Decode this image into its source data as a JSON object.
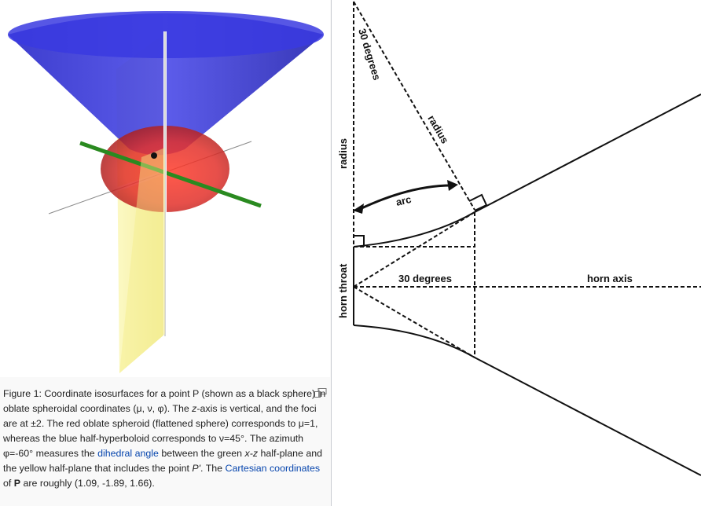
{
  "caption": {
    "p1": "Figure 1: Coordinate isosurfaces for a point P (shown as a black sphere) in oblate spheroidal coordinates (μ, ν, φ). The ",
    "z": "z",
    "p2": "-axis is vertical, and the foci are at ±2. The red oblate spheroid (flattened sphere) corresponds to μ=1, whereas the blue half-hyperboloid corresponds to ν=45°. The azimuth φ=-60° measures the ",
    "link1": "dihedral angle",
    "p3": " between the green ",
    "xz": "x-z",
    "p4": " half-plane and the yellow half-plane that includes the point ",
    "pprime": "P'",
    "p5": ". The ",
    "link2": "Cartesian coordinates",
    "p6": " of ",
    "bold_p": "P",
    "p7": " are roughly (1.09, -1.89, 1.66)."
  },
  "horn": {
    "label_30_top": "30 degrees",
    "label_radius_diag": "radius",
    "label_radius_left": "radius",
    "label_arc": "arc",
    "label_30_mid": "30 degrees",
    "label_horn_axis": "horn axis",
    "label_horn_throat": "horn throat"
  },
  "colors": {
    "link": "#0645ad",
    "cone": "#3b3bd6",
    "spheroid": "#e03030",
    "plane": "#f3ee8a",
    "green_axis": "#2a8a20"
  }
}
